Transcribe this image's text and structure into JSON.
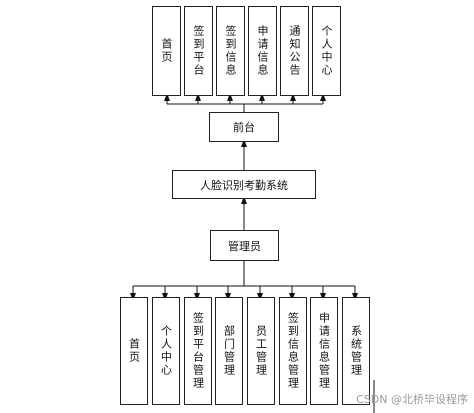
{
  "top_modules": [
    "首页",
    "签到平台",
    "签到信息",
    "申请信息",
    "通知公告",
    "个人中心"
  ],
  "front": "前台",
  "system": "人脸识别考勤系统",
  "admin": "管理员",
  "admin_modules": [
    "首页",
    "个人中心",
    "签到平台管理",
    "部门管理",
    "员工管理",
    "签到信息管理",
    "申请信息管理",
    "系统管理"
  ],
  "watermark": "CSDN @北桥毕设程序"
}
